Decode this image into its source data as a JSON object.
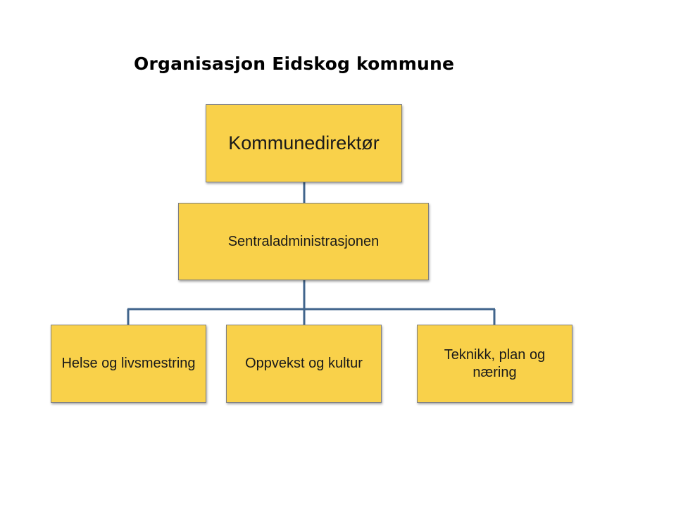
{
  "title": "Organisasjon Eidskog kommune",
  "colors": {
    "box_fill": "#f9d14a",
    "connector": "#41658c",
    "box_border": "#7f7f7f"
  },
  "nodes": {
    "director": "Kommunedirektør",
    "central_admin": "Sentraladministrasjonen",
    "units": [
      "Helse og livsmestring",
      "Oppvekst og kultur",
      "Teknikk, plan og næring"
    ]
  }
}
